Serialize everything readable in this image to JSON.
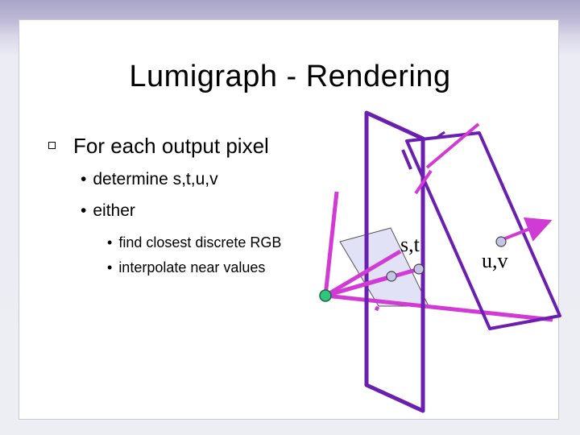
{
  "slide": {
    "title": "Lumigraph - Rendering",
    "bullets": [
      {
        "text": "For each output pixel",
        "children": [
          {
            "text": "determine s,t,u,v",
            "children": []
          },
          {
            "text": "either",
            "children": [
              {
                "text": "find closest discrete RGB"
              },
              {
                "text": "interpolate near values"
              }
            ]
          }
        ]
      }
    ]
  },
  "diagram": {
    "plane_st_label": "s,t",
    "plane_uv_label": "u,v",
    "colors": {
      "plane_frame": "#6a1fb0",
      "ray": "#d23ad6",
      "pixel_plane_fill": "#e2e2f6",
      "eye_point": "#2fc67a"
    }
  }
}
